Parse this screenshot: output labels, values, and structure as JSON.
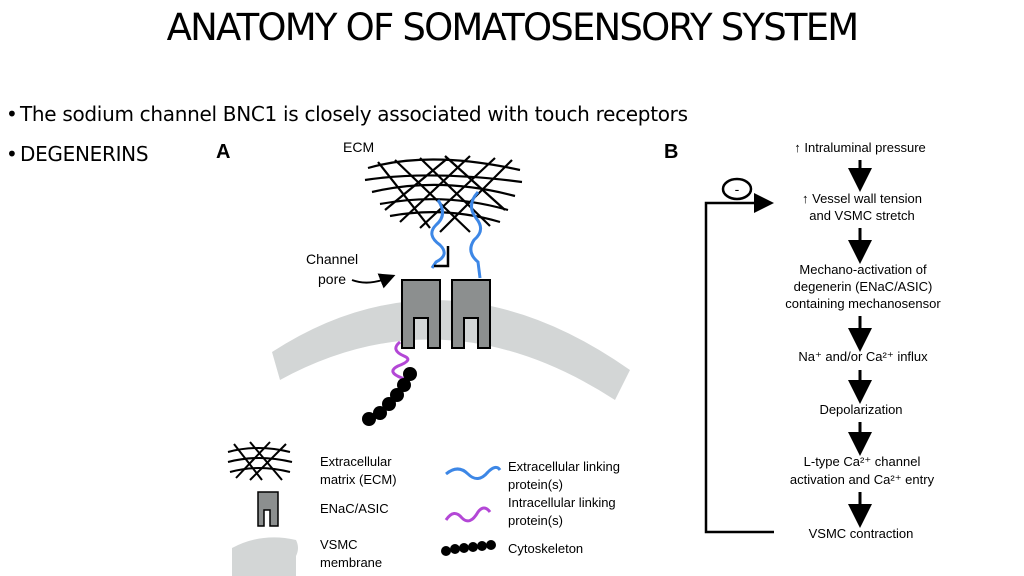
{
  "title": "ANATOMY OF SOMATOSENSORY SYSTEM",
  "bullets": [
    "The sodium channel BNC1 is closely associated with touch receptors",
    "DEGENERINS"
  ],
  "panel_a": {
    "label": "A",
    "ecm_label": "ECM",
    "channel_pore_label": [
      "Channel",
      "pore"
    ],
    "legend": [
      {
        "icon": "ecm-mesh-icon",
        "text": [
          "Extracellular",
          "matrix (ECM)"
        ]
      },
      {
        "icon": "channel-subunit-icon",
        "text": [
          "ENaC/ASIC"
        ]
      },
      {
        "icon": "membrane-icon",
        "text": [
          "VSMC",
          "membrane"
        ]
      },
      {
        "icon": "extracellular-linker-icon",
        "text": [
          "Extracellular linking",
          "protein(s)"
        ],
        "color": "#3d87e6"
      },
      {
        "icon": "intracellular-linker-icon",
        "text": [
          "Intracellular linking",
          "protein(s)"
        ],
        "color": "#b347d6"
      },
      {
        "icon": "cytoskeleton-icon",
        "text": [
          "Cytoskeleton"
        ]
      }
    ]
  },
  "panel_b": {
    "label": "B",
    "feedback_symbol": "-",
    "steps": [
      [
        "↑ Intraluminal pressure"
      ],
      [
        "↑ Vessel wall tension",
        "and VSMC stretch"
      ],
      [
        "Mechano-activation of",
        "degenerin (ENaC/ASIC)",
        "containing mechanosensor"
      ],
      [
        "Na⁺ and/or Ca²⁺ influx"
      ],
      [
        "Depolarization"
      ],
      [
        "L-type Ca²⁺ channel",
        "activation and Ca²⁺ entry"
      ],
      [
        "VSMC contraction"
      ]
    ]
  },
  "colors": {
    "membrane": "#d3d6d6",
    "channel": "#8c8f8f",
    "extracellular_link": "#3d87e6",
    "intracellular_link": "#b347d6",
    "cytoskeleton": "#000000"
  }
}
